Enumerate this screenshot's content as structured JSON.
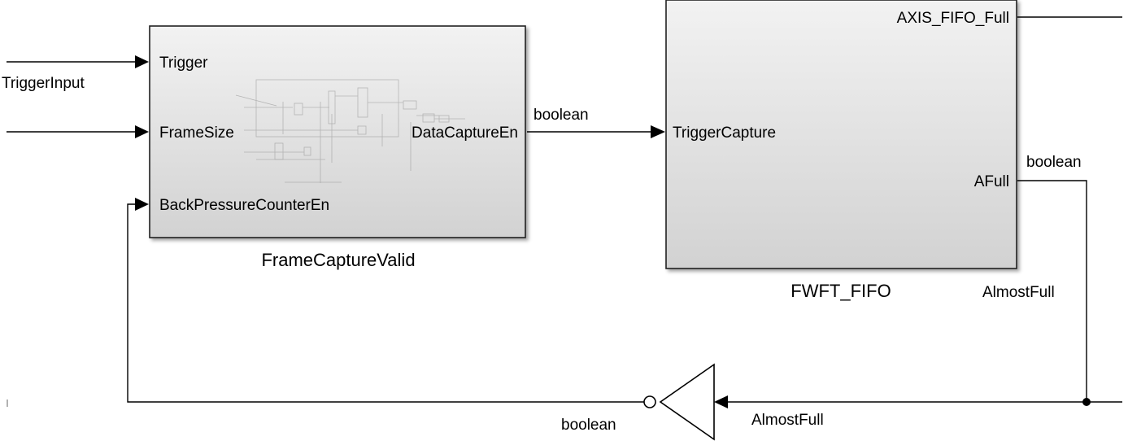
{
  "diagram": {
    "blocks": {
      "frame_capture_valid": {
        "name": "FrameCaptureValid",
        "inputs": [
          "Trigger",
          "FrameSize",
          "BackPressureCounterEn"
        ],
        "outputs": [
          "DataCaptureEn"
        ]
      },
      "fwft_fifo": {
        "name": "FWFT_FIFO",
        "inputs": [
          "TriggerCapture"
        ],
        "outputs": [
          "AXIS_FIFO_Full",
          "AFull"
        ]
      }
    },
    "signals": {
      "trigger_input": "TriggerInput",
      "data_capture_type": "boolean",
      "afull_type": "boolean",
      "afull_name": "AlmostFull",
      "not_in_name": "AlmostFull",
      "not_out_type": "boolean"
    },
    "colors": {
      "block_fill_top": "#f2f2f2",
      "block_fill_bottom": "#d4d4d4",
      "line": "#000000",
      "background": "#ffffff"
    }
  }
}
